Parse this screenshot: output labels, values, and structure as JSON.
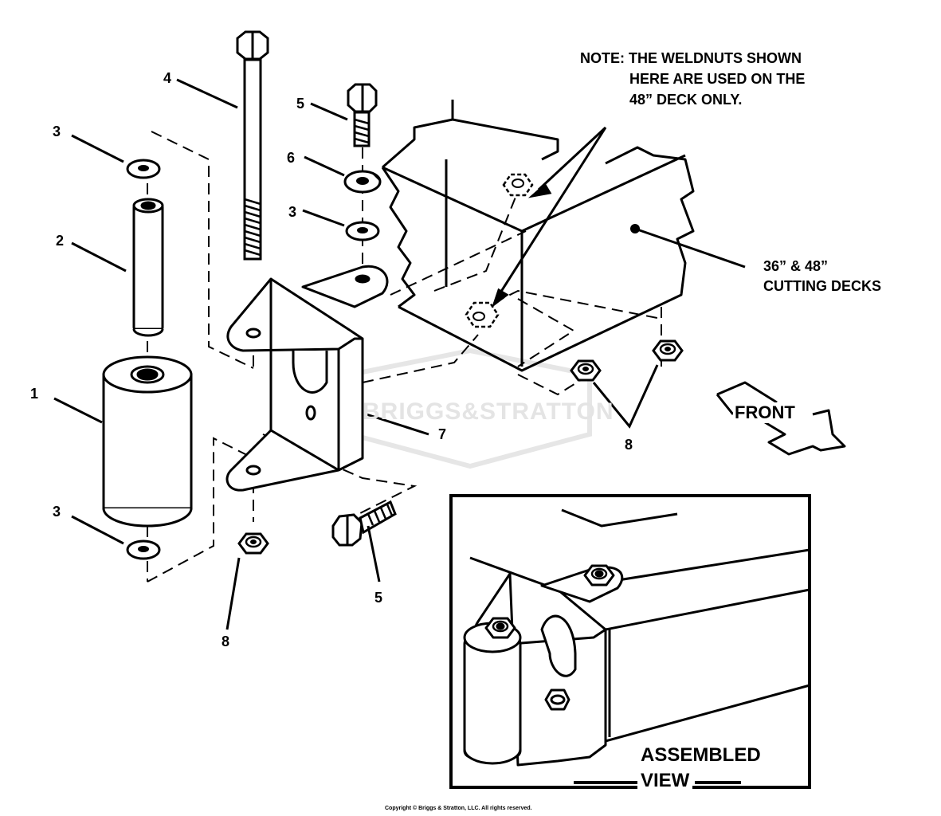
{
  "note": {
    "line1": "NOTE: THE WELDNUTS SHOWN",
    "line2": "HERE ARE USED ON THE",
    "line3": "48” DECK ONLY."
  },
  "deck_label": {
    "line1": "36” & 48”",
    "line2": "CUTTING DECKS"
  },
  "front_label": "FRONT",
  "assembled_view": {
    "line1": "ASSEMBLED",
    "line2": "VIEW"
  },
  "watermark": "BRIGGS&STRATTON",
  "copyright": "Copyright © Briggs & Stratton, LLC. All rights reserved.",
  "callouts": {
    "c1": "1",
    "c2": "2",
    "c3a": "3",
    "c3b": "3",
    "c3c": "3",
    "c4": "4",
    "c5a": "5",
    "c5b": "5",
    "c6": "6",
    "c7": "7",
    "c8a": "8",
    "c8b": "8"
  },
  "colors": {
    "ink": "#000000",
    "paper": "#ffffff",
    "watermark": "#e4e4e4"
  }
}
